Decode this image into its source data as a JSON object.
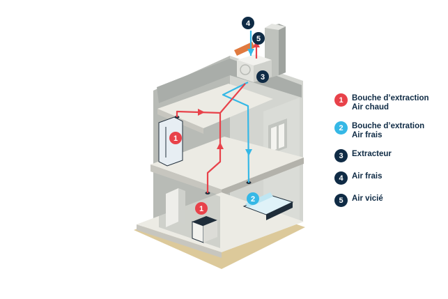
{
  "colors": {
    "red": "#e8424a",
    "blue": "#35b8e6",
    "navy": "#0f2b45",
    "wall": "#c9cbc6",
    "wall_dark": "#9fa39f",
    "floor": "#ecebe4",
    "ground": "#dcc99a"
  },
  "markers": [
    {
      "id": "m4",
      "label": "4",
      "color": "navy"
    },
    {
      "id": "m5",
      "label": "5",
      "color": "navy"
    },
    {
      "id": "m3",
      "label": "3",
      "color": "navy"
    },
    {
      "id": "m1a",
      "label": "1",
      "color": "red"
    },
    {
      "id": "m1b",
      "label": "1",
      "color": "red"
    },
    {
      "id": "m2",
      "label": "2",
      "color": "blue"
    }
  ],
  "legend": [
    {
      "number": "1",
      "color": "red",
      "line1": "Bouche d’extraction",
      "line2": "Air chaud"
    },
    {
      "number": "2",
      "color": "blue",
      "line1": "Bouche d’extration",
      "line2": "Air frais"
    },
    {
      "number": "3",
      "color": "navy",
      "line1": "Extracteur",
      "line2": ""
    },
    {
      "number": "4",
      "color": "navy",
      "line1": "Air frais",
      "line2": ""
    },
    {
      "number": "5",
      "color": "navy",
      "line1": "Air vicié",
      "line2": ""
    }
  ]
}
